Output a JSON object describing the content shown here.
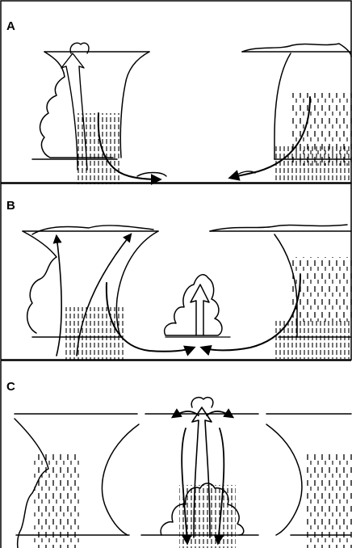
{
  "figure": {
    "panels": [
      {
        "label": "A"
      },
      {
        "label": "B"
      },
      {
        "label": "C"
      }
    ],
    "colors": {
      "ink": "#000000",
      "background": "#ffffff"
    }
  }
}
